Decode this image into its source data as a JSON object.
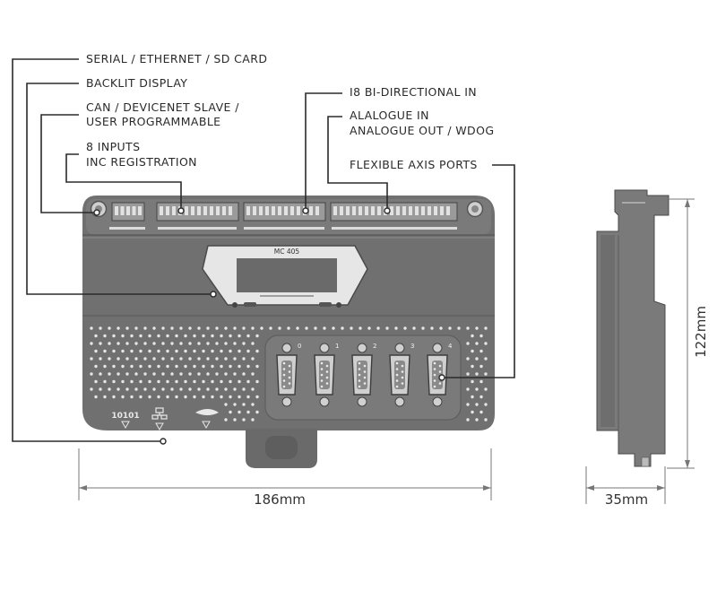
{
  "labels": {
    "serial_ethernet_sd": "SERIAL / ETHERNET / SD CARD",
    "backlit_display": "BACKLIT DISPLAY",
    "can_line1": "CAN / DEVICENET SLAVE /",
    "can_line2": "USER PROGRAMMABLE",
    "inputs_line1": "8 INPUTS",
    "inputs_line2": "INC REGISTRATION",
    "bidir": "I8 BI-DIRECTIONAL IN",
    "analogue_line1": "ALALOGUE IN",
    "analogue_line2": "ANALOGUE OUT / WDOG",
    "axis_ports": "FLEXIBLE AXIS PORTS"
  },
  "device": {
    "model": "MC 405",
    "serial_mark": "10101",
    "axis_numbers": [
      "0",
      "1",
      "2",
      "3",
      "4"
    ]
  },
  "dimensions": {
    "width": "186mm",
    "height": "122mm",
    "depth": "35mm"
  }
}
